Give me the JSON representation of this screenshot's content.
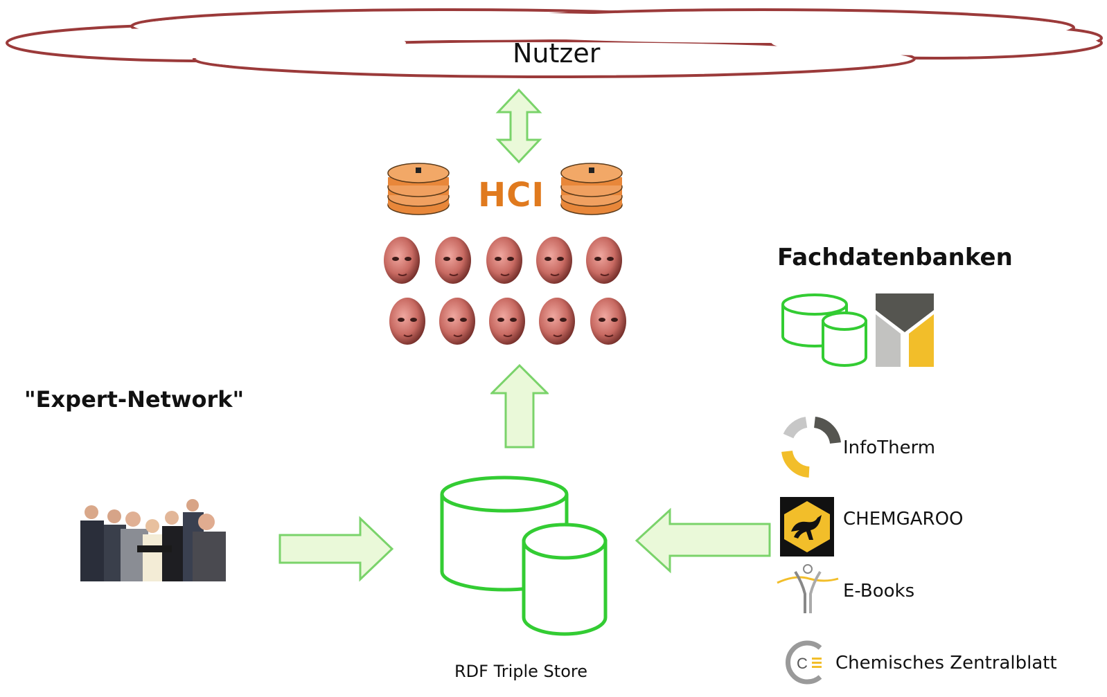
{
  "cloud": {
    "label": "Nutzer",
    "stroke": "#9b3a3a"
  },
  "hci": {
    "label": "HCI",
    "color": "#e07a1e"
  },
  "expert_network": {
    "label": "\"Expert-Network\""
  },
  "fachdatenbanken": {
    "title": "Fachdatenbanken"
  },
  "sources": [
    {
      "name": "InfoTherm",
      "icon": "infotherm-logo-icon"
    },
    {
      "name": "CHEMGAROO",
      "icon": "kangaroo-logo-icon"
    },
    {
      "name": "E-Books",
      "icon": "ebooks-logo-icon"
    },
    {
      "name": "Chemisches Zentralblatt",
      "icon": "zentralblatt-logo-icon"
    }
  ],
  "store": {
    "label": "RDF Triple Store"
  },
  "colors": {
    "arrow_stroke": "#7ad36a",
    "arrow_fill": "#eaf9d9",
    "db_green": "#33cc33",
    "disk_orange": "#e8873a",
    "logo_yellow": "#f2be2a",
    "logo_gray": "#555550"
  }
}
